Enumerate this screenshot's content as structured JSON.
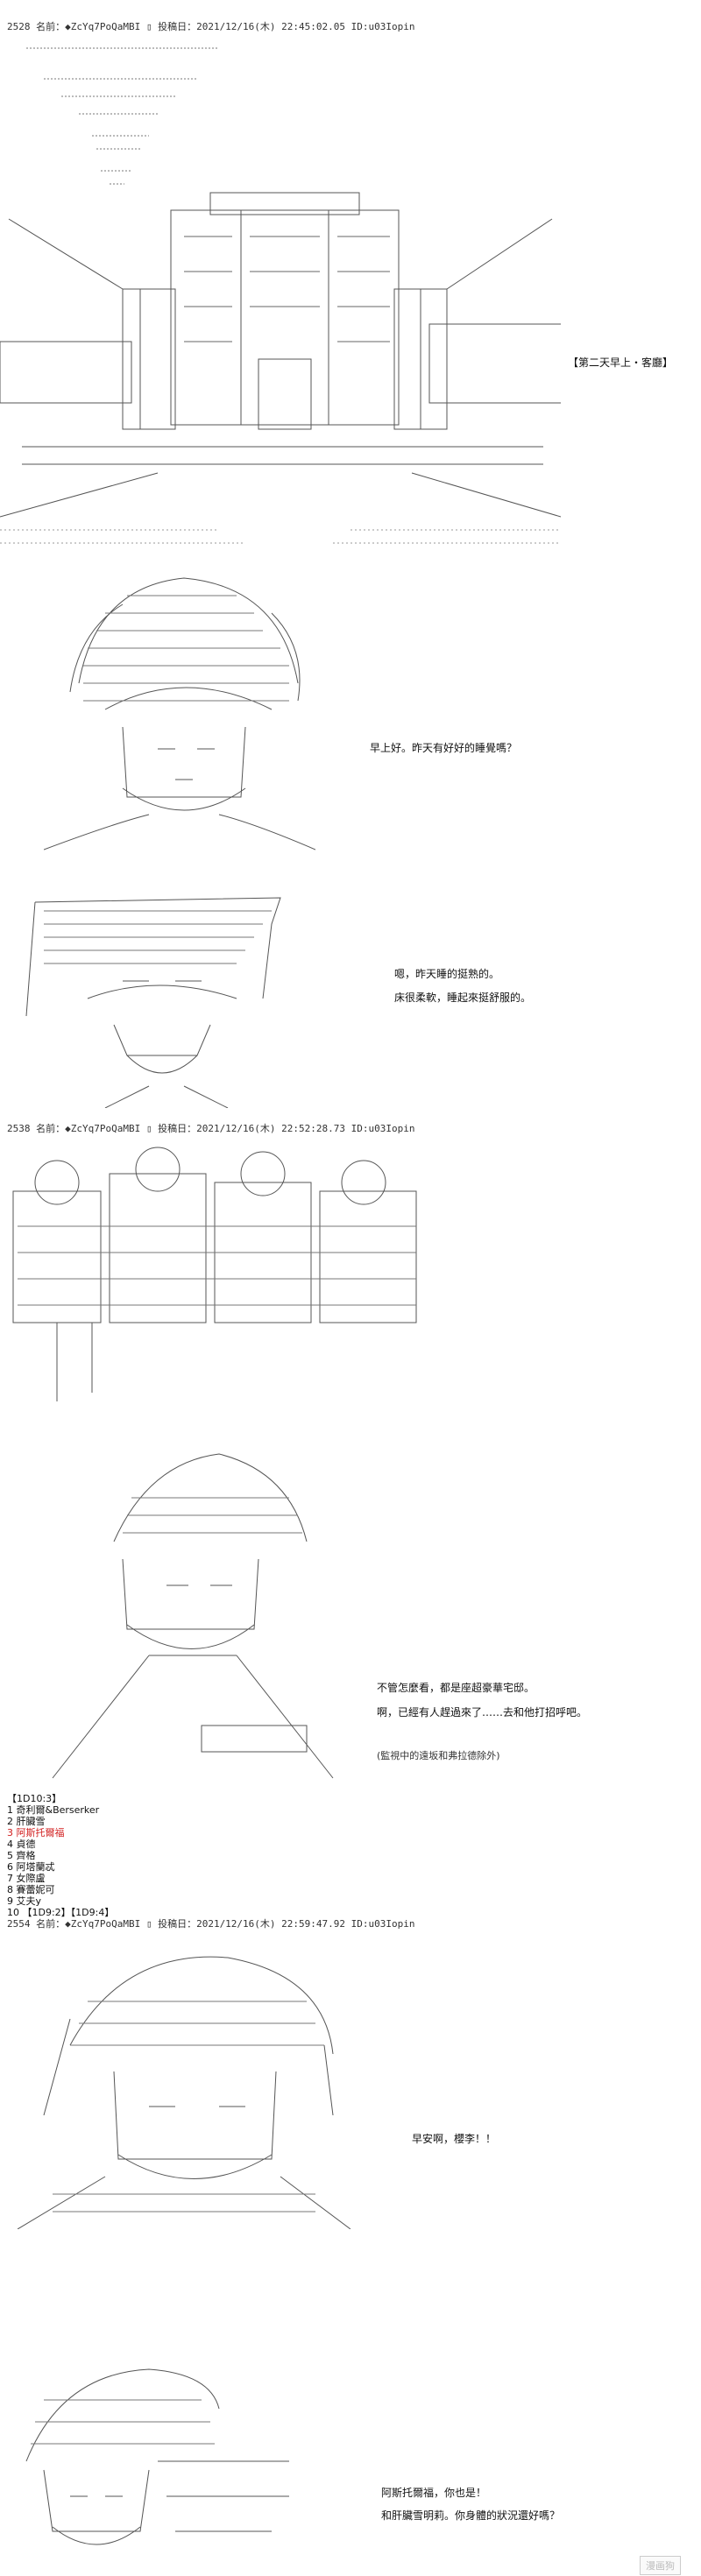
{
  "posts": [
    {
      "header": "2528 名前：◆ZcYq7PoQaMBI ▯ 投稿日：2021/12/16(木) 22:45:02.05 ID:u03Iopin"
    },
    {
      "header": "2538 名前：◆ZcYq7PoQaMBI ▯ 投稿日：2021/12/16(木) 22:52:28.73 ID:u03Iopin"
    },
    {
      "header": "2554 名前：◆ZcYq7PoQaMBI ▯ 投稿日：2021/12/16(木) 22:59:47.92 ID:u03Iopin"
    }
  ],
  "scene_title": "【第二天早上・客廳】",
  "dialogue": {
    "d1": "早上好。昨天有好好的睡覺嗎？",
    "d2a": "嗯，昨天睡的挺熟的。",
    "d2b": "床很柔軟，睡起來挺舒服的。",
    "d3a": "不管怎麼看，都是座超豪華宅邸。",
    "d3b": "啊，已經有人趕過來了……去和他打招呼吧。",
    "d3c": "(監視中的遠坂和弗拉德除外)",
    "d4": "早安啊，櫻李！！",
    "d5a": "阿斯托爾福，你也是！",
    "d5b": "和肝臟雪明莉。你身體的狀況還好嗎？"
  },
  "choice_list": {
    "title": "【1D10:3】",
    "items": [
      {
        "text": "1 奇利爾&Berserker",
        "highlight": false
      },
      {
        "text": "2 肝臟雪",
        "highlight": false
      },
      {
        "text": "3 阿斯托爾福",
        "highlight": true
      },
      {
        "text": "4 貞德",
        "highlight": false
      },
      {
        "text": "5 齊格",
        "highlight": false
      },
      {
        "text": "6 阿塔蘭忒",
        "highlight": false
      },
      {
        "text": "7 女際盧",
        "highlight": false
      },
      {
        "text": "8 賽蕾妮可",
        "highlight": false
      },
      {
        "text": "9 艾夫y",
        "highlight": false
      },
      {
        "text": "10 【1D9:2】【1D9:4】",
        "highlight": false
      }
    ]
  },
  "watermark": "漫画狗"
}
